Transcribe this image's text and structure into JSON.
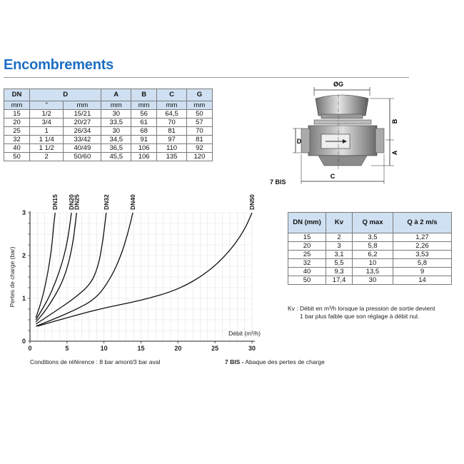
{
  "title": "Encombrements",
  "dimensions_table": {
    "headers": [
      "DN",
      "D",
      "A",
      "B",
      "C",
      "G"
    ],
    "units": [
      "mm",
      "\"",
      "mm",
      "mm",
      "mm",
      "mm",
      "mm"
    ],
    "rows": [
      [
        "15",
        "1/2",
        "15/21",
        "30",
        "56",
        "64,5",
        "50"
      ],
      [
        "20",
        "3/4",
        "20/27",
        "33,5",
        "61",
        "70",
        "57"
      ],
      [
        "25",
        "1",
        "26/34",
        "30",
        "68",
        "81",
        "70"
      ],
      [
        "32",
        "1 1/4",
        "33/42",
        "34,5",
        "91",
        "97",
        "81"
      ],
      [
        "40",
        "1 1/2",
        "40/49",
        "36,5",
        "106",
        "110",
        "92"
      ],
      [
        "50",
        "2",
        "50/60",
        "45,5",
        "106",
        "135",
        "120"
      ]
    ]
  },
  "drawing": {
    "label_g": "ØG",
    "label_b": "B",
    "label_a": "A",
    "label_d": "D",
    "label_c": "C",
    "figure_label": "7 BIS"
  },
  "flow_table": {
    "headers": [
      "DN (mm)",
      "Kv",
      "Q max",
      "Q à 2 m/s"
    ],
    "rows": [
      [
        "15",
        "2",
        "3,5",
        "1,27"
      ],
      [
        "20",
        "3",
        "5,8",
        "2,26"
      ],
      [
        "25",
        "3,1",
        "6,2",
        "3,53"
      ],
      [
        "32",
        "5,5",
        "10",
        "5,8"
      ],
      [
        "40",
        "9,3",
        "13,5",
        "9"
      ],
      [
        "50",
        "17,4",
        "30",
        "14"
      ]
    ]
  },
  "kv_note_line1": "Kv : Débit en m³/h lorsque la pression de sortie devient",
  "kv_note_line2": "1 bar plus faible que son réglage à débit nul.",
  "conditions_caption": "Conditions de référence : 8 bar amont/3 bar aval",
  "abaque_label": "7 BIS -",
  "abaque_caption": " Abaque des pertes de charge",
  "chart_data": {
    "type": "line",
    "xlabel": "Débit (m³/h)",
    "ylabel": "Pertes de charge (bar)",
    "xlim": [
      0,
      30
    ],
    "ylim": [
      0,
      3
    ],
    "xticks": [
      0,
      5,
      10,
      15,
      20,
      25,
      30
    ],
    "yticks": [
      0,
      1,
      2,
      3
    ],
    "grid": true,
    "series": [
      {
        "name": "DN15",
        "x": [
          0.8,
          1.3,
          1.8,
          2.3,
          2.7,
          3.0,
          3.2,
          3.4
        ],
        "y": [
          0.55,
          0.8,
          1.1,
          1.5,
          1.9,
          2.3,
          2.7,
          3.0
        ]
      },
      {
        "name": "DN20",
        "x": [
          0.8,
          1.5,
          2.5,
          3.5,
          4.3,
          4.9,
          5.3,
          5.6
        ],
        "y": [
          0.5,
          0.7,
          1.0,
          1.4,
          1.8,
          2.2,
          2.6,
          3.0
        ]
      },
      {
        "name": "DN25",
        "x": [
          0.8,
          1.8,
          3.0,
          4.3,
          5.2,
          5.8,
          6.1,
          6.3
        ],
        "y": [
          0.45,
          0.65,
          0.95,
          1.35,
          1.8,
          2.3,
          2.7,
          3.0
        ]
      },
      {
        "name": "DN32",
        "x": [
          0.8,
          3.0,
          6.0,
          8.3,
          9.3,
          9.8,
          10.1,
          10.3
        ],
        "y": [
          0.4,
          0.65,
          1.0,
          1.35,
          1.8,
          2.3,
          2.7,
          3.0
        ]
      },
      {
        "name": "DN40",
        "x": [
          0.8,
          3.0,
          6.0,
          9.0,
          11.0,
          12.3,
          13.2,
          13.9
        ],
        "y": [
          0.35,
          0.5,
          0.72,
          1.0,
          1.5,
          2.0,
          2.5,
          3.0
        ]
      },
      {
        "name": "DN50",
        "x": [
          1.0,
          5.0,
          10.0,
          15.0,
          20.0,
          24.0,
          27.0,
          29.0,
          30.0
        ],
        "y": [
          0.35,
          0.55,
          0.78,
          0.95,
          1.2,
          1.6,
          2.1,
          2.6,
          3.0
        ]
      }
    ]
  }
}
